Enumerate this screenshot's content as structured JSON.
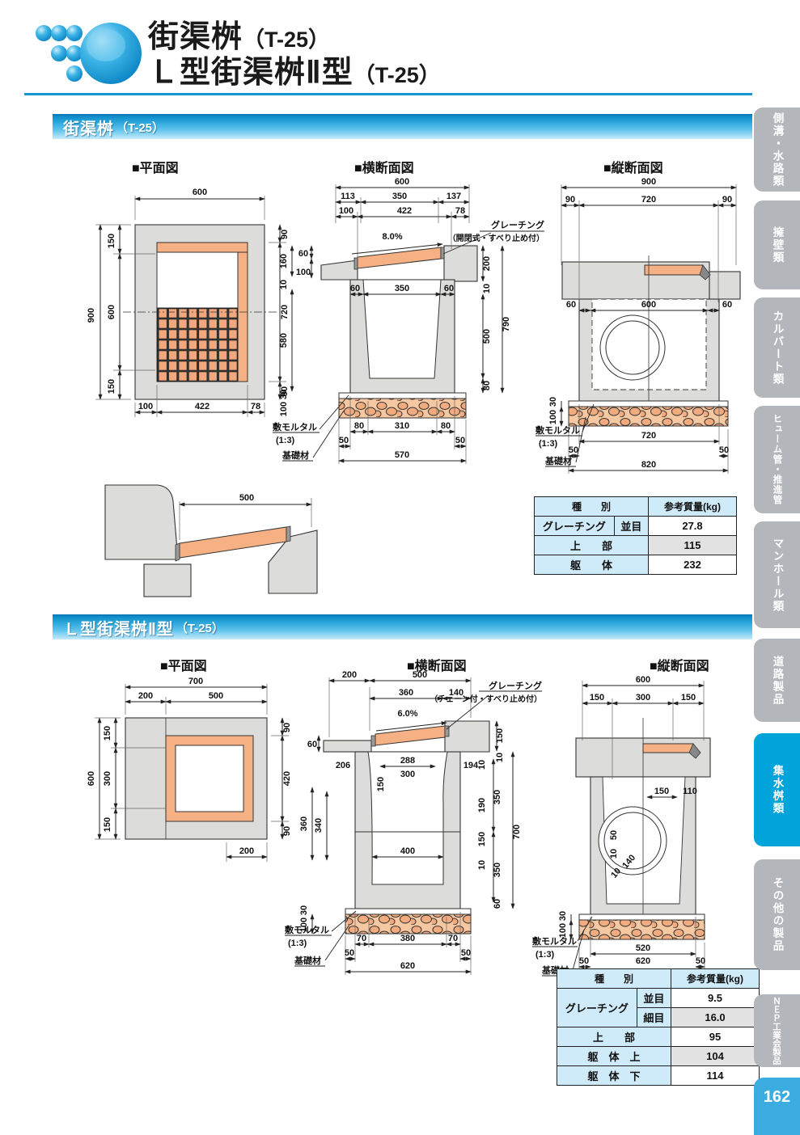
{
  "header": {
    "title1": "街渠桝",
    "title1_suffix": "（T-25）",
    "title2": "Ｌ型街渠桝Ⅱ型",
    "title2_suffix": "（T-25）"
  },
  "colors": {
    "accent_blue": "#1697d3",
    "bar_gradient_top": "#0b88c6",
    "tab_gray": "#b3b6bb",
    "tab_active_blue": "#00a3da",
    "table_header_blue": "#cfeaf8",
    "concrete_gray": "#dcdcda",
    "grating_orange": "#f5b183"
  },
  "s1": {
    "heading": "街渠桝",
    "heading_suffix": "（T-25）",
    "view_plan": "■平面図",
    "view_cross": "■横断面図",
    "view_long": "■縦断面図",
    "plan": {
      "w": "600",
      "h": "900",
      "l1": "150",
      "l2": "600",
      "l3": "150",
      "r1": "90",
      "r2": "720",
      "r3": "90",
      "b1": "100",
      "b2": "422",
      "b3": "78"
    },
    "cross": {
      "w": "600",
      "a1": "113",
      "a2": "350",
      "a3": "137",
      "b1": "100",
      "b2": "422",
      "b3": "78",
      "slope": "8.0%",
      "g1": "グレーチング",
      "g2": "（開閉式・すべり止め付）",
      "l60": "60",
      "l160": "160",
      "l10": "10",
      "l100": "100",
      "l580": "580",
      "l30": "30",
      "l100b": "100",
      "i1": "60",
      "i2": "350",
      "i3": "60",
      "r200": "200",
      "r10": "10",
      "r500": "500",
      "r80": "80",
      "r790": "790",
      "f1": "80",
      "f2": "310",
      "f3": "80",
      "f4": "50",
      "f5": "50",
      "f6": "570",
      "mortar": "敷モルタル",
      "ratio": "(1:3)",
      "base": "基礎材"
    },
    "long": {
      "w": "900",
      "a1": "90",
      "a2": "720",
      "a3": "90",
      "i1": "60",
      "i2": "600",
      "i3": "60",
      "l30": "30",
      "l100": "100",
      "f720": "720",
      "f50a": "50",
      "f820": "820",
      "f50b": "50",
      "mortar": "敷モルタル",
      "ratio": "(1:3)",
      "base": "基礎材"
    },
    "detail": {
      "d1": "500"
    },
    "table": {
      "h1": "種　　別",
      "h2": "参考質量(kg)",
      "r1a": "グレーチング",
      "r1b": "並目",
      "r1v": "27.8",
      "r2a": "上　　部",
      "r2v": "115",
      "r3a": "躯　　体",
      "r3v": "232"
    }
  },
  "s2": {
    "heading": "Ｌ型街渠桝Ⅱ型",
    "heading_suffix": "（T-25）",
    "view_plan": "■平面図",
    "view_cross": "■横断面図",
    "view_long": "■縦断面図",
    "plan": {
      "w": "700",
      "a1": "200",
      "a2": "500",
      "h": "600",
      "l1": "150",
      "l2": "300",
      "l3": "150",
      "r1": "90",
      "r2": "420",
      "r3": "90",
      "b1": "200"
    },
    "cross": {
      "t1": "200",
      "t2": "500",
      "a1": "360",
      "a2": "140",
      "slope": "6.0%",
      "g1": "グレーチング",
      "g2": "（チェーン付・すべり止め付）",
      "l60": "60",
      "l360": "360",
      "l340": "340",
      "l30": "30",
      "l100": "100",
      "i206": "206",
      "i288": "288",
      "i300": "300",
      "i150": "150",
      "i194": "194",
      "i400": "400",
      "r150": "150",
      "r10": "10",
      "ri10": "10",
      "ri190": "190",
      "ri150": "150",
      "ri10b": "10",
      "ro350a": "350",
      "ro350b": "350",
      "ro60": "60",
      "r700": "700",
      "f70a": "70",
      "f380": "380",
      "f70b": "70",
      "f50a": "50",
      "f620": "620",
      "f50b": "50",
      "mortar": "敷モルタル",
      "ratio": "(1:3)",
      "base": "基礎材"
    },
    "long": {
      "w": "600",
      "a1": "150",
      "a2": "300",
      "a3": "150",
      "i150": "150",
      "i110": "110",
      "v50": "50",
      "v10": "10",
      "d140": "140",
      "d10": "10",
      "l30": "30",
      "l100": "100",
      "f520": "520",
      "f50a": "50",
      "f620": "620",
      "f50b": "50",
      "mortar": "敷モルタル",
      "ratio": "(1:3)",
      "base": "基礎材"
    },
    "table": {
      "h1": "種　　別",
      "h2": "参考質量(kg)",
      "r1a": "グレーチング",
      "r1b": "並目",
      "r1v": "9.5",
      "r2b": "細目",
      "r2v": "16.0",
      "r3a": "上　　部",
      "r3v": "95",
      "r4a": "躯　体　上",
      "r4v": "104",
      "r5a": "躯　体　下",
      "r5v": "114"
    }
  },
  "sidebar": {
    "tabs": [
      {
        "label": "側溝・水路類",
        "active": false
      },
      {
        "label": "擁壁類",
        "active": false
      },
      {
        "label": "カルバート類",
        "active": false
      },
      {
        "label": "ヒューム管・推進管",
        "active": false
      },
      {
        "label": "マンホール類",
        "active": false
      },
      {
        "label": "道路製品",
        "active": false
      },
      {
        "label": "集水桝類",
        "active": true
      },
      {
        "label": "その他の製品",
        "active": false
      },
      {
        "label": "ＮＥＰ工業会製品",
        "active": false
      }
    ],
    "active_tab": "集水桝類",
    "page_number": "162"
  }
}
